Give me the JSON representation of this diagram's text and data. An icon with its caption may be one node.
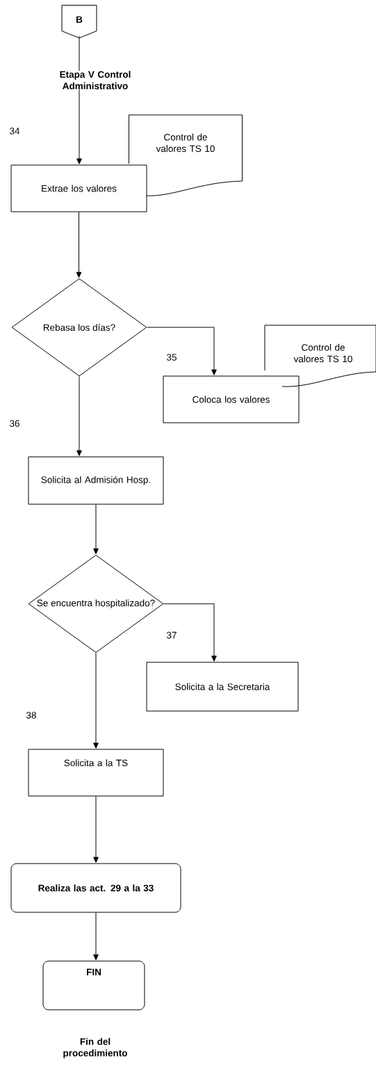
{
  "diagram": {
    "nodes": [
      {
        "text": [
          "B"
        ]
      },
      {
        "text": [
          "Extrae los valores"
        ]
      },
      {
        "text": [
          "Control de valores TS 10"
        ]
      },
      {
        "text": [
          "Rebasa los días?"
        ]
      },
      {
        "text": [
          "Coloca los valores"
        ]
      },
      {
        "text": [
          "Control de valores TS 10"
        ]
      },
      {
        "text": [
          "Solicita al Admisión Hosp."
        ]
      },
      {
        "text": [
          "Se encuentra hospitalizado?"
        ]
      },
      {
        "text": [
          "Solicita a la Secretaria"
        ]
      },
      {
        "text": [
          "Solicita a la TS"
        ]
      },
      {
        "text": [
          "Realiza las act. 29 a la 33"
        ]
      },
      {
        "text": [
          "FIN"
        ],
        "beside": [
          "Fin del procedimiento"
        ]
      }
    ],
    "edges": [
      {
        "from": 0,
        "to": 1,
        "arrow": "to"
      },
      {
        "from": 1,
        "to": 3,
        "arrow": "to"
      },
      {
        "from": 3,
        "to": 4,
        "arrow": "to"
      },
      {
        "from": 3,
        "to": 6,
        "arrow": "to"
      },
      {
        "from": 6,
        "to": 7,
        "arrow": "to"
      },
      {
        "from": 7,
        "to": 8,
        "arrow": "to"
      },
      {
        "from": 7,
        "to": 9,
        "arrow": "to"
      },
      {
        "from": 9,
        "to": 10,
        "arrow": "to"
      },
      {
        "from": 10,
        "to": 11,
        "arrow": "to"
      }
    ],
    "labels": [
      "Etapa V Control Administrativo",
      "34",
      "35",
      "36",
      "37",
      "38"
    ]
  }
}
